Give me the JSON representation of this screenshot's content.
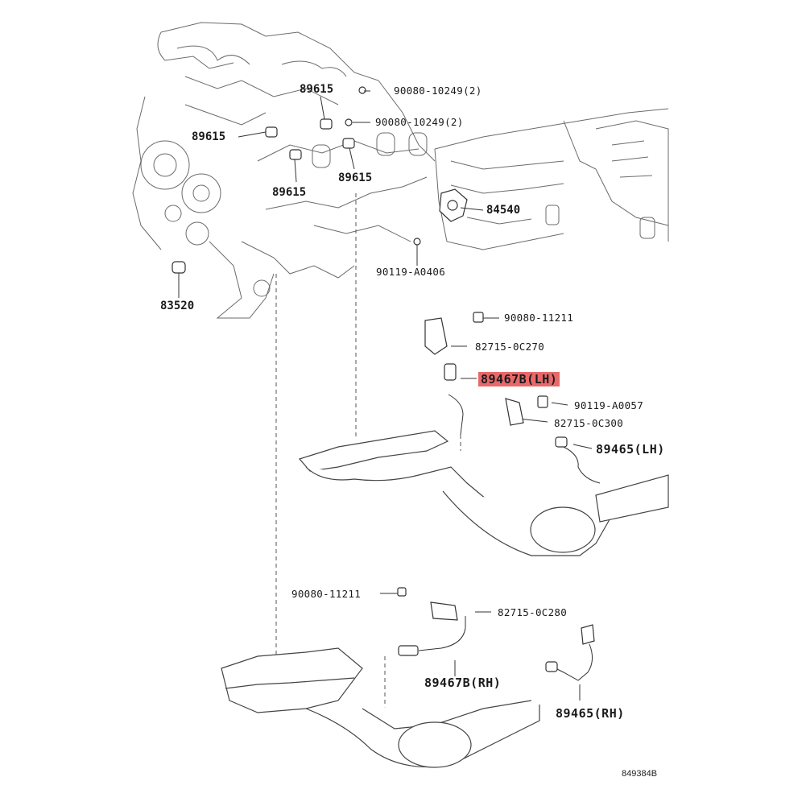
{
  "labels": {
    "p89615_a": "89615",
    "p89615_b": "89615",
    "p89615_c": "89615",
    "p89615_d": "89615",
    "p90080_10249_a": "90080-10249(2)",
    "p90080_10249_b": "90080-10249(2)",
    "p84540": "84540",
    "p90119_a0406": "90119-A0406",
    "p83520": "83520",
    "p90080_11211_a": "90080-11211",
    "p82715_0c270": "82715-0C270",
    "p89467b_lh": "89467B(LH)",
    "p90119_a0057": "90119-A0057",
    "p82715_0c300": "82715-0C300",
    "p89465_lh": "89465(LH)",
    "p90080_11211_b": "90080-11211",
    "p82715_0c280": "82715-0C280",
    "p89467b_rh": "89467B(RH)",
    "p89465_rh": "89465(RH)"
  },
  "diagram_id": "849384B",
  "highlight_color": "#e8686a"
}
